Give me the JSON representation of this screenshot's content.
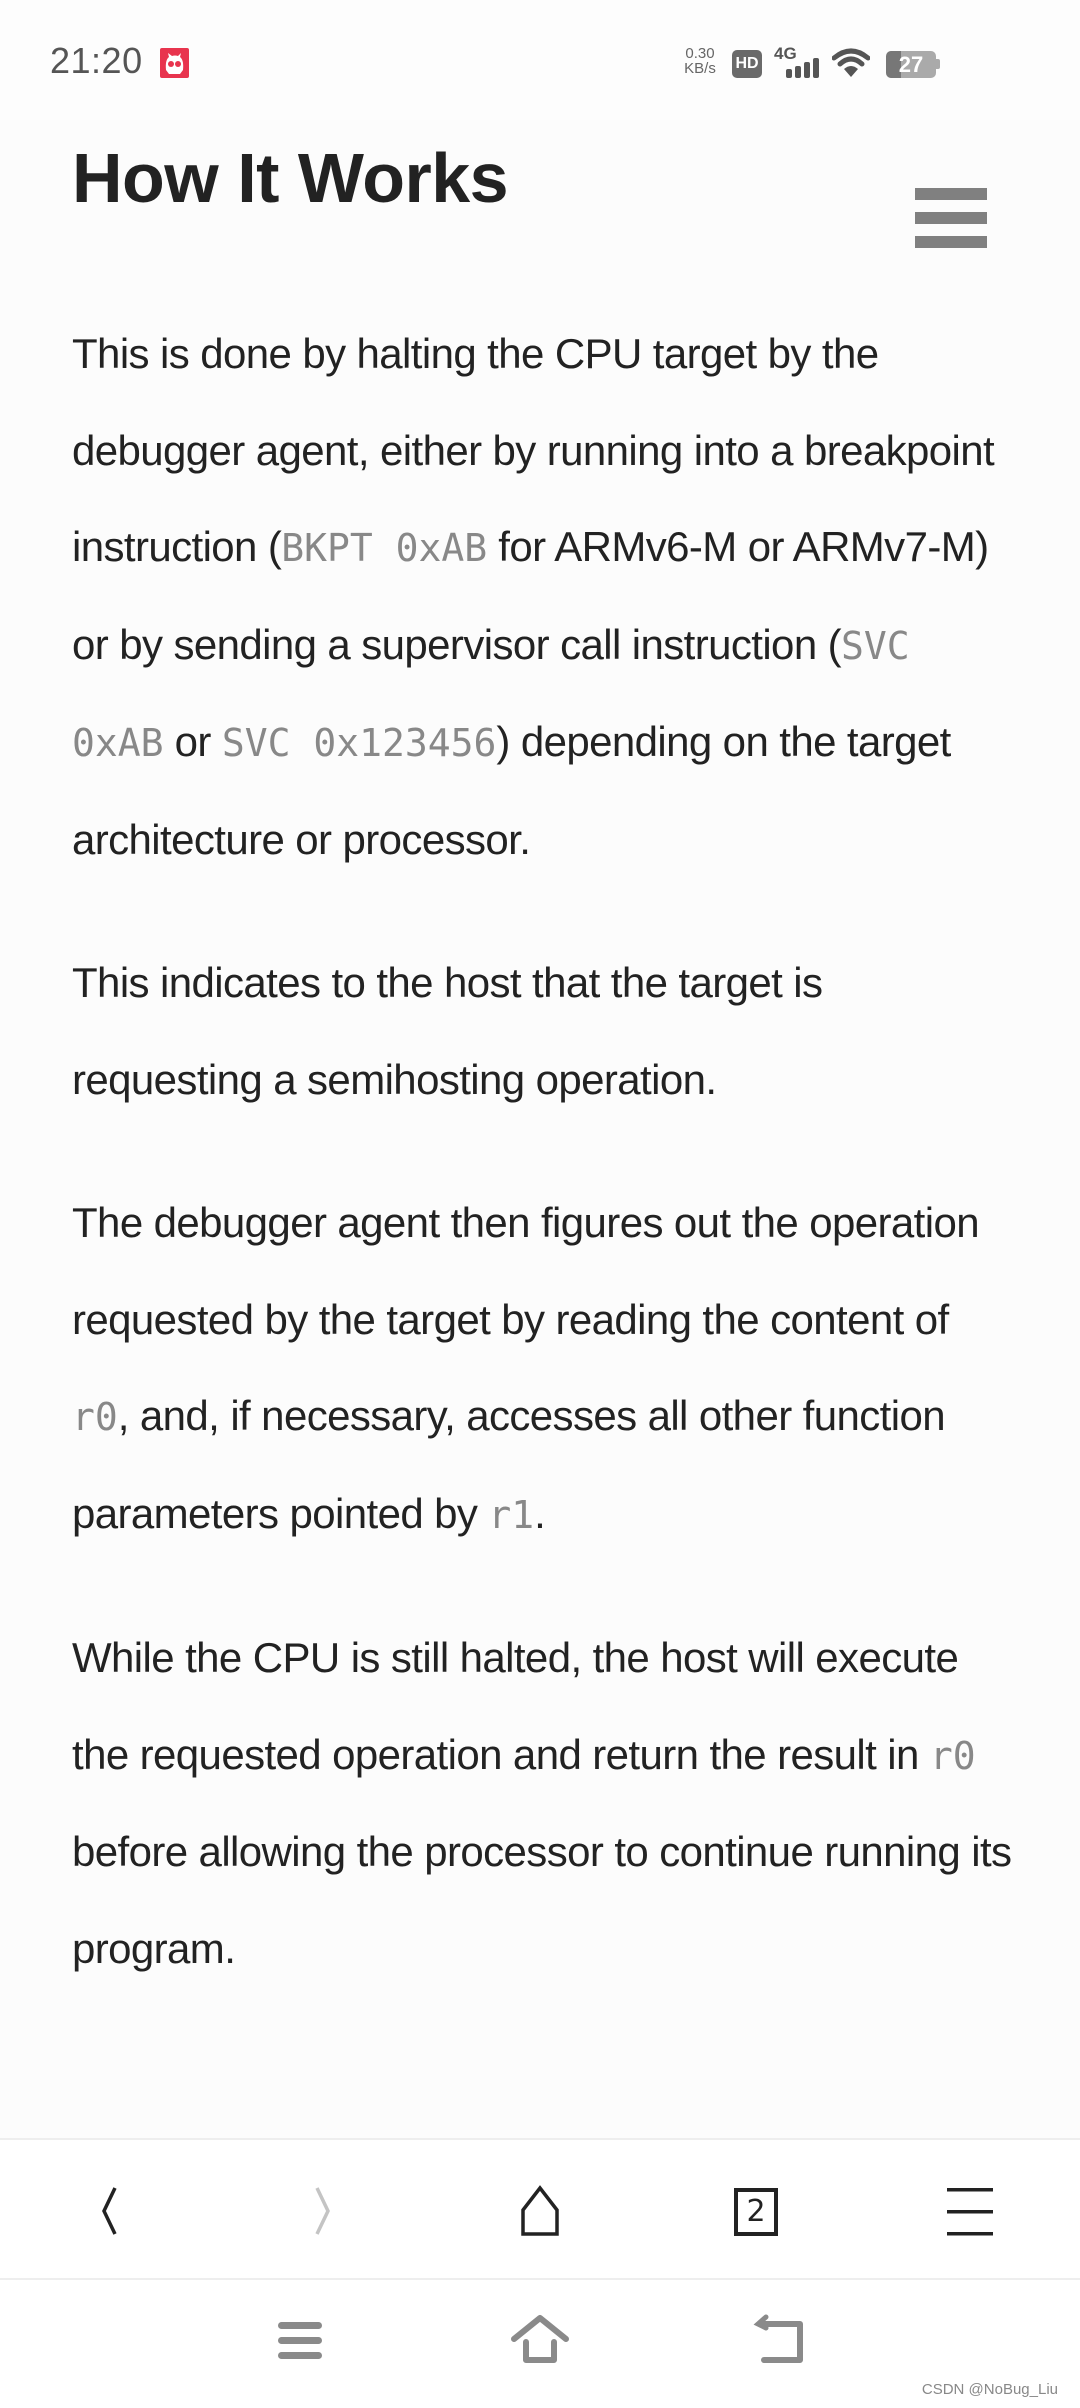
{
  "status_bar": {
    "time": "21:20",
    "net_speed_value": "0.30",
    "net_speed_unit": "KB/s",
    "hd_label": "HD",
    "network_type": "4G",
    "battery_level": "27"
  },
  "header": {
    "title": "How It Works",
    "menu_icon": "hamburger-menu-icon"
  },
  "article": {
    "paragraphs": [
      {
        "segments": [
          {
            "type": "text",
            "value": "This is done by halting the CPU target by the debugger agent, either by running into a breakpoint instruction ("
          },
          {
            "type": "code",
            "value": "BKPT 0xAB"
          },
          {
            "type": "text",
            "value": " for ARMv6-M or ARMv7-M) or by sending a supervisor call instruction ("
          },
          {
            "type": "code",
            "value": "SVC 0xAB"
          },
          {
            "type": "text",
            "value": " or "
          },
          {
            "type": "code",
            "value": "SVC 0x123456"
          },
          {
            "type": "text",
            "value": ") depending on the target architecture or processor."
          }
        ]
      },
      {
        "segments": [
          {
            "type": "text",
            "value": "This indicates to the host that the target is requesting a semihosting operation."
          }
        ]
      },
      {
        "segments": [
          {
            "type": "text",
            "value": "The debugger agent then figures out the operation requested by the target by reading the content of "
          },
          {
            "type": "code",
            "value": "r0"
          },
          {
            "type": "text",
            "value": ", and, if necessary, accesses all other function parameters pointed by "
          },
          {
            "type": "code",
            "value": "r1"
          },
          {
            "type": "text",
            "value": "."
          }
        ]
      },
      {
        "segments": [
          {
            "type": "text",
            "value": "While the CPU is still halted, the host will execute the requested operation and return the result in "
          },
          {
            "type": "code",
            "value": "r0"
          },
          {
            "type": "text",
            "value": " before allowing the processor to continue running its program."
          }
        ]
      }
    ]
  },
  "browser_toolbar": {
    "back_icon": "chevron-left-icon",
    "forward_icon": "chevron-right-icon",
    "home_icon": "home-icon",
    "tab_count": "2",
    "menu_icon": "menu-icon"
  },
  "system_nav": {
    "recents_icon": "recents-icon",
    "home_icon": "home-icon",
    "back_icon": "back-icon"
  },
  "watermark": "CSDN @NoBug_Liu",
  "colors": {
    "background": "#fcfcfc",
    "text": "#222222",
    "code_text": "#888888",
    "menu_icon": "#808080",
    "app_badge": "#e8344e",
    "forward_disabled": "#c4c4c4"
  }
}
